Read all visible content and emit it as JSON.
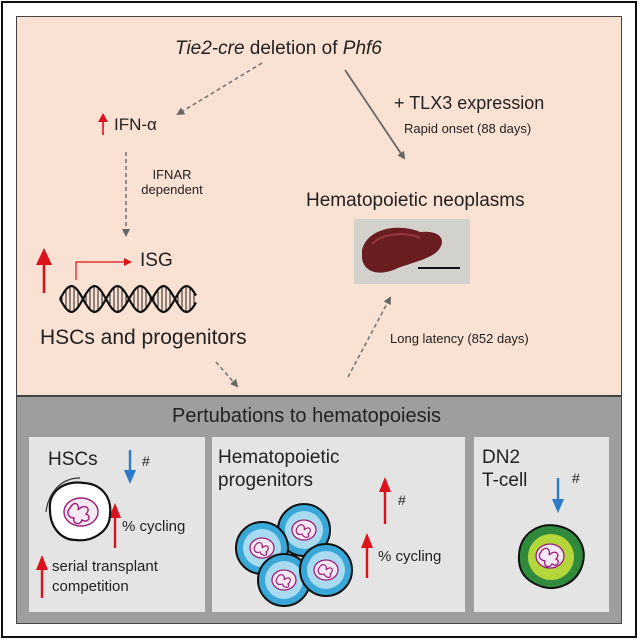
{
  "header": {
    "prefix_italic": "Tie2-cre",
    "middle": " deletion of ",
    "gene_italic": "Phf6"
  },
  "ifn": {
    "label": "IFN-α"
  },
  "ifnar": {
    "line1": "IFNAR",
    "line2": "dependent"
  },
  "isg": {
    "label": "ISG"
  },
  "hsc_prog": {
    "label": "HSCs and progenitors"
  },
  "tlx3": {
    "label": "+ TLX3 expression",
    "onset": "Rapid onset (88 days)"
  },
  "neoplasm": {
    "label": "Hematopoietic neoplasms"
  },
  "latency": {
    "label": "Long latency (852 days)"
  },
  "bottom": {
    "title": "Pertubations to hematopoiesis",
    "hsc": {
      "title": "HSCs",
      "hash": "#",
      "cycling": "% cycling",
      "transplant_line1": "serial transplant",
      "transplant_line2": "competition"
    },
    "progenitors": {
      "title_line1": "Hematopoietic",
      "title_line2": "progenitors",
      "hash": "#",
      "cycling": "% cycling"
    },
    "dn2": {
      "title_line1": "DN2",
      "title_line2": "T-cell",
      "hash": "#"
    }
  },
  "colors": {
    "top_bg": "#f9e1d3",
    "bottom_bg": "#9e9e9e",
    "subpanel_bg": "#e4e4e4",
    "up_arrow": "#d9121b",
    "down_arrow": "#2b7bc8",
    "hsc_cell": "#ffffff",
    "progenitor_cell": "#39a7d8",
    "dn2_cell": "#6bb23e"
  }
}
